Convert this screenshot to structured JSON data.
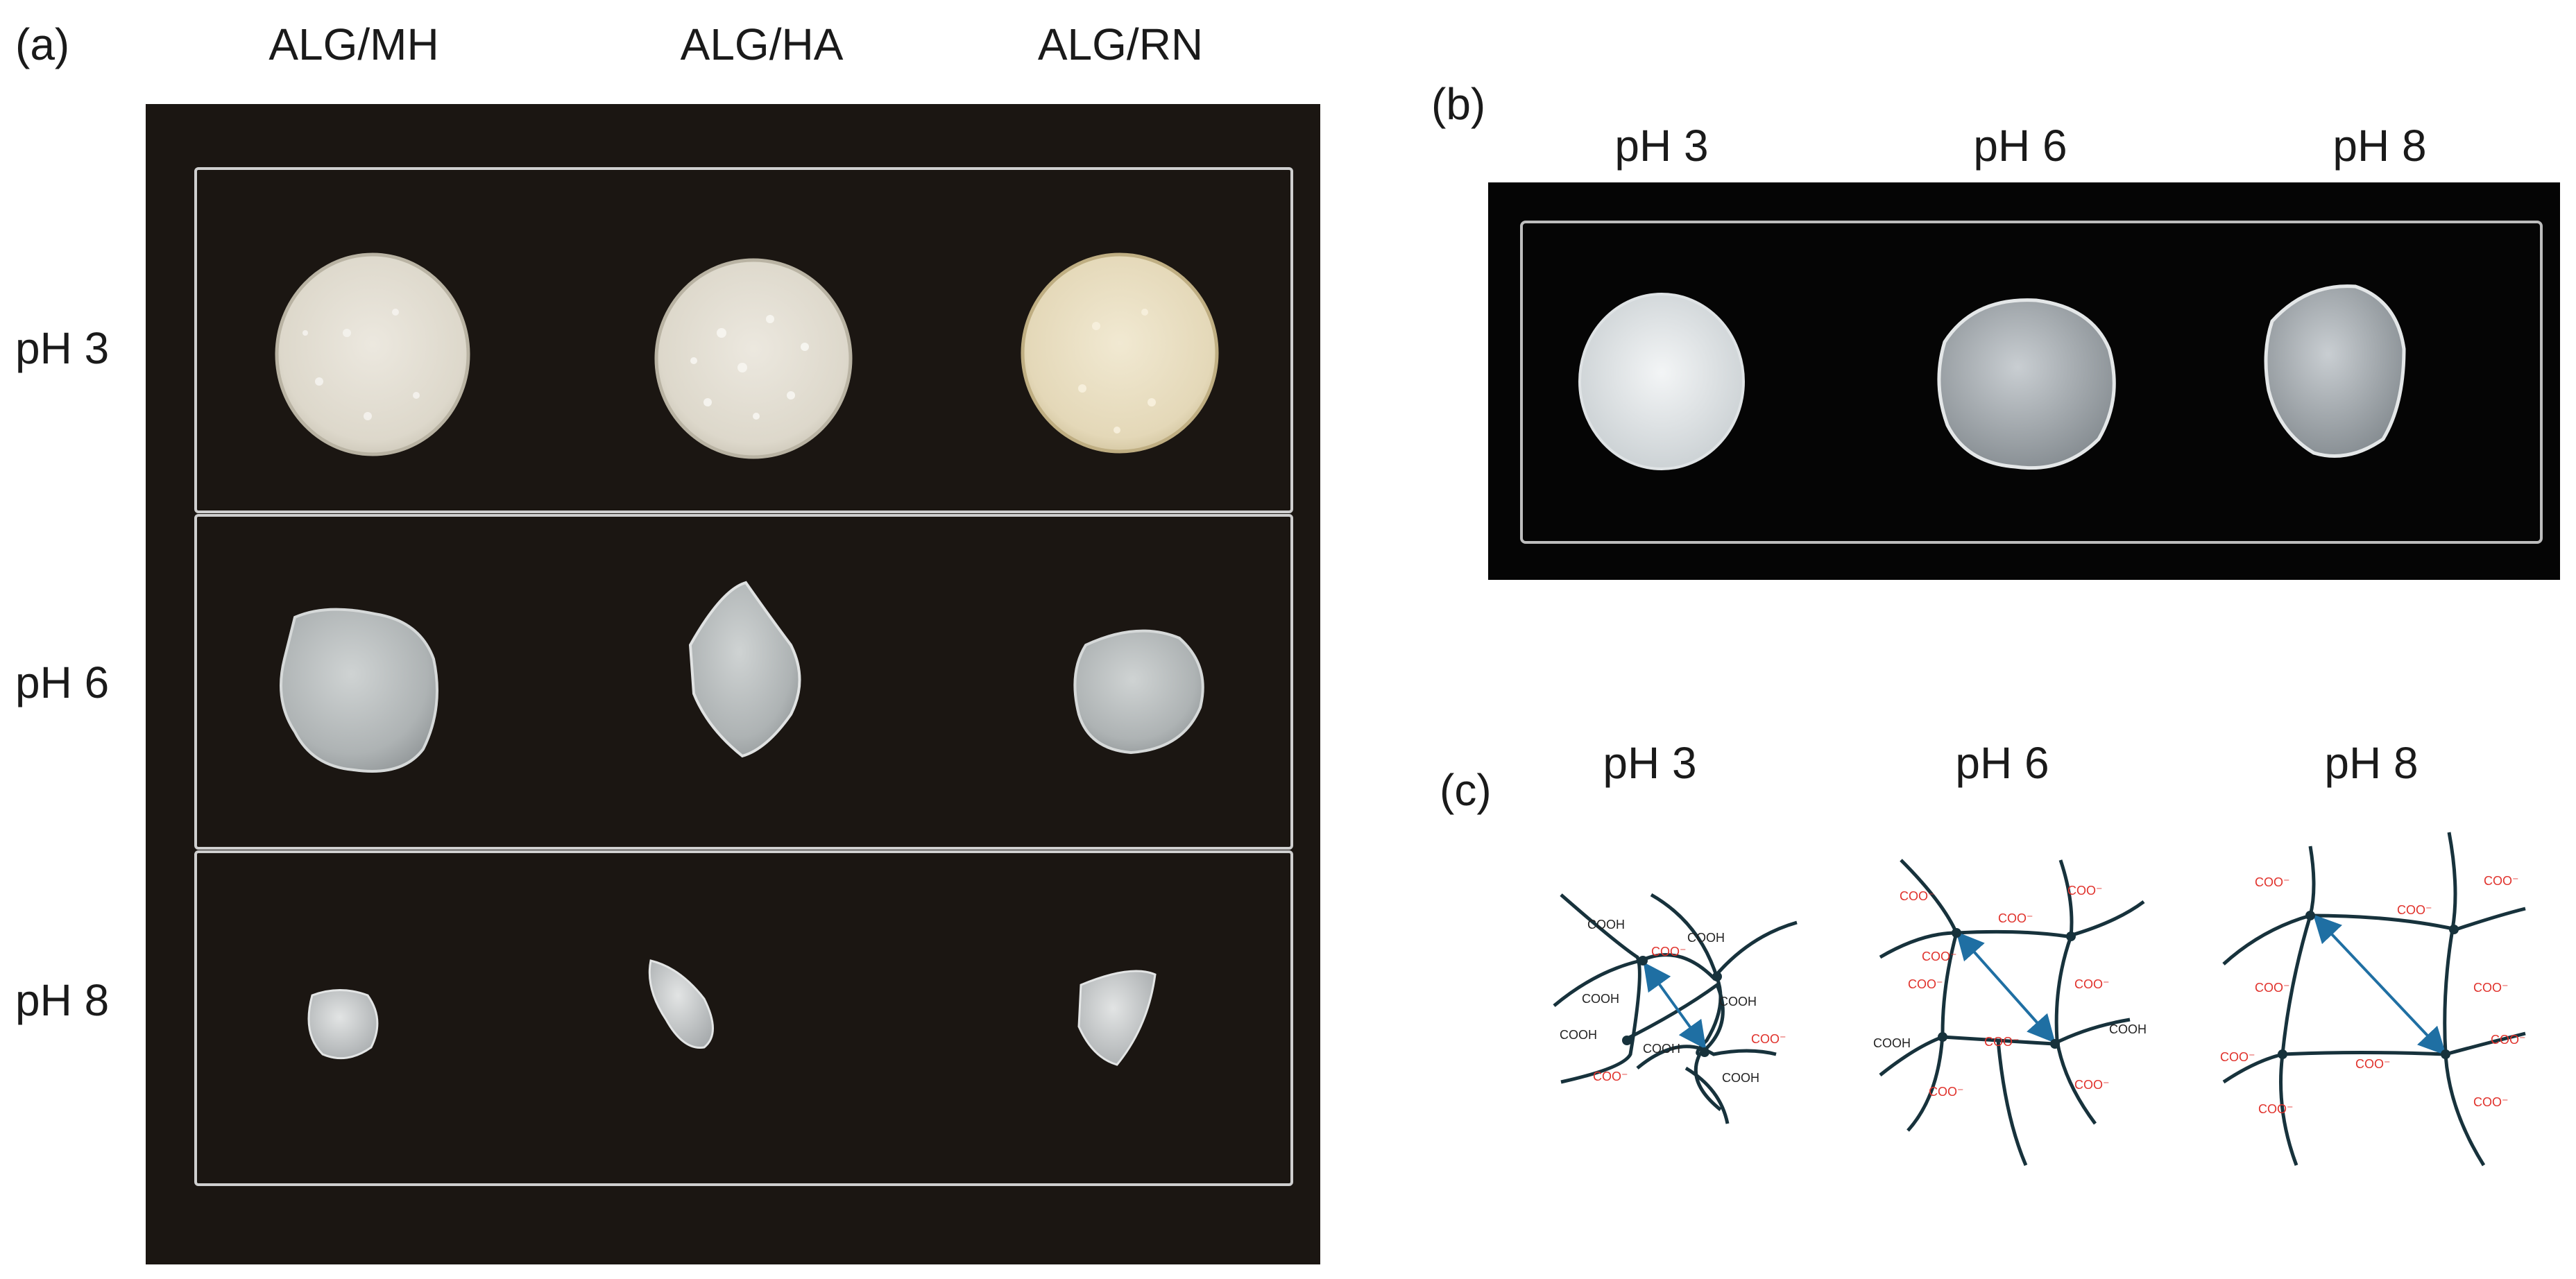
{
  "panel_a": {
    "letter": "(a)",
    "columns": [
      "ALG/MH",
      "ALG/HA",
      "ALG/RN"
    ],
    "rows": [
      "pH 3",
      "pH 6",
      "pH 8"
    ]
  },
  "panel_b": {
    "letter": "(b)",
    "columns": [
      "pH 3",
      "pH 6",
      "pH 8"
    ]
  },
  "panel_c": {
    "letter": "(c)",
    "columns": [
      "pH 3",
      "pH 6",
      "pH 8"
    ],
    "group_cooh": "COOH",
    "group_coo": "COO⁻"
  },
  "colors": {
    "background_a": "#1b1612",
    "background_b": "#050505",
    "chain": "#17323c",
    "arrow": "#1f6fa3",
    "coo_label": "#e0312b",
    "cooh_label": "#222222"
  }
}
